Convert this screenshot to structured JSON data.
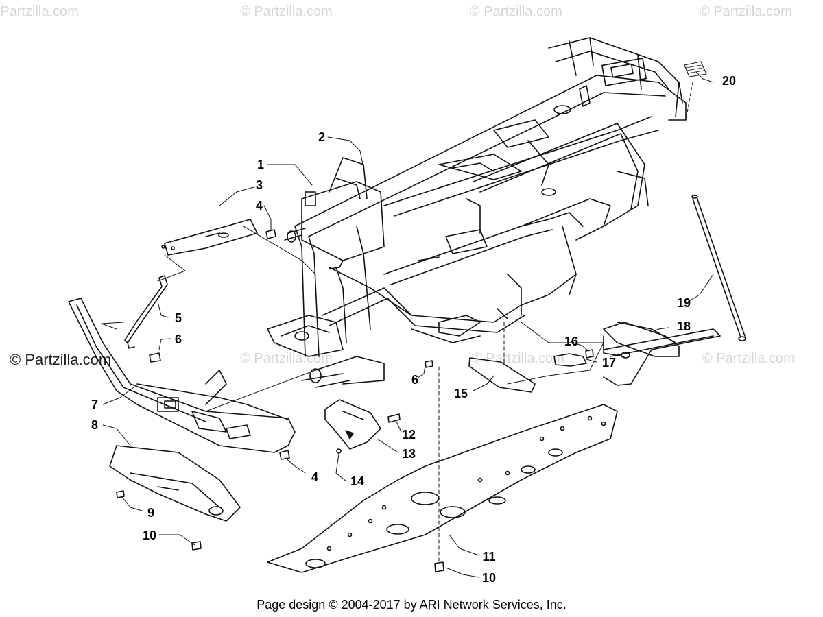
{
  "watermarks": {
    "top": [
      "© Partzilla.com",
      "© Partzilla.com",
      "© Partzilla.com",
      "© Partzilla.com"
    ],
    "left_main": "© Partzilla.com",
    "mid": [
      "© Partzilla.com",
      "© Partzilla.com",
      "© Partzilla.com"
    ]
  },
  "callouts": [
    "1",
    "2",
    "3",
    "4",
    "4",
    "5",
    "6",
    "6",
    "7",
    "8",
    "9",
    "10",
    "10",
    "11",
    "12",
    "13",
    "14",
    "15",
    "16",
    "17",
    "18",
    "19",
    "20"
  ],
  "footer": "Page design © 2004-2017 by ARI Network Services, Inc.",
  "colors": {
    "line": "#111111",
    "watermark": "#d6d6d6",
    "background": "#ffffff"
  }
}
